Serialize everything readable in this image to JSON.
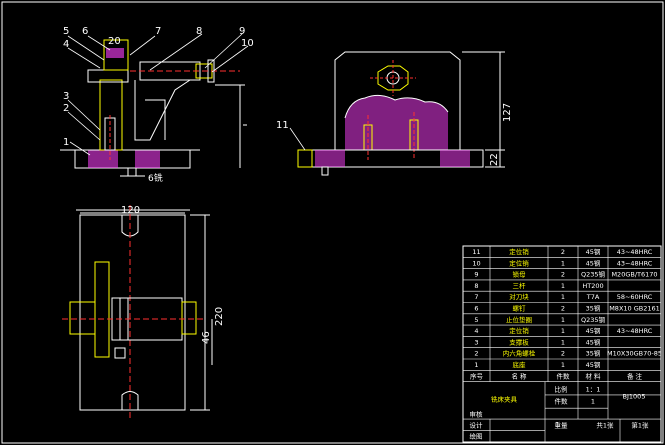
{
  "callouts": [
    "1",
    "2",
    "3",
    "4",
    "5",
    "6",
    "7",
    "8",
    "9",
    "10",
    "11",
    "20"
  ],
  "dimensions": {
    "front_gap": "6铣",
    "side_height": "127",
    "side_base": "22",
    "top_width": "120",
    "top_height": "220",
    "top_offset": "46"
  },
  "bom": {
    "rows": [
      {
        "no": "11",
        "name": "定位销",
        "qty": "2",
        "material": "45钢",
        "note": "43~48HRC"
      },
      {
        "no": "10",
        "name": "定位销",
        "qty": "1",
        "material": "45钢",
        "note": "43~48HRC"
      },
      {
        "no": "9",
        "name": "锁母",
        "qty": "2",
        "material": "Q235钢",
        "note": "M20GB/T6170"
      },
      {
        "no": "8",
        "name": "三杆",
        "qty": "1",
        "material": "HT200",
        "note": ""
      },
      {
        "no": "7",
        "name": "对刀块",
        "qty": "1",
        "material": "T7A",
        "note": "58~60HRC"
      },
      {
        "no": "6",
        "name": "螺钉",
        "qty": "2",
        "material": "35钢",
        "note": "M8X10 GB2161"
      },
      {
        "no": "5",
        "name": "止位垫圈",
        "qty": "1",
        "material": "Q235钢",
        "note": ""
      },
      {
        "no": "4",
        "name": "定位销",
        "qty": "1",
        "material": "45钢",
        "note": "43~48HRC"
      },
      {
        "no": "3",
        "name": "支撑板",
        "qty": "1",
        "material": "45钢",
        "note": ""
      },
      {
        "no": "2",
        "name": "内六角螺栓",
        "qty": "2",
        "material": "35钢",
        "note": "M10X30GB70-85"
      },
      {
        "no": "1",
        "name": "底座",
        "qty": "1",
        "material": "45钢",
        "note": ""
      }
    ],
    "header": {
      "no": "序号",
      "name": "名 称",
      "qty": "件数",
      "material": "材 料",
      "note": "备 注"
    },
    "title": "铣床夹具",
    "scale_label": "比例",
    "scale_value": "1：1",
    "count_label": "件数",
    "count_value": "1",
    "drawing_no": "BJ1005",
    "weight_label": "重量",
    "sheets_total": "共1张",
    "sheet_no": "第1张",
    "design_label": "设计",
    "drafter_label": "绘图",
    "checker_label": "审核"
  },
  "colors": {
    "bg": "#000000",
    "line": "#ffffff",
    "part": "#ffff00",
    "hatch": "#ff40ff",
    "center": "#ff3030",
    "cyan": "#00ffff"
  }
}
